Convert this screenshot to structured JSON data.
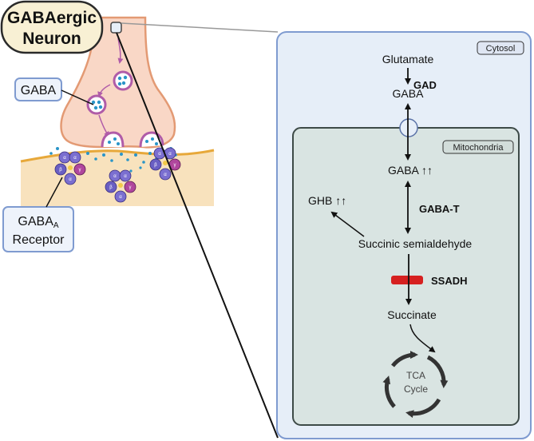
{
  "neuron": {
    "title_line1": "GABAergic",
    "title_line2": "Neuron",
    "gaba_label": "GABA",
    "receptor_label_main": "GABA",
    "receptor_label_sub": "A",
    "receptor_label_line2": "Receptor",
    "subunit_alpha": "α",
    "subunit_beta": "β",
    "subunit_gamma": "γ"
  },
  "pathway": {
    "cytosol_label": "Cytosol",
    "mitochondria_label": "Mitochondria",
    "glutamate": "Glutamate",
    "gad": "GAD",
    "gaba_cytosol": "GABA",
    "gaba_mito": "GABA ↑↑",
    "gaba_t": "GABA-T",
    "ghb": "GHB ↑↑",
    "ssa": "Succinic semialdehyde",
    "ssadh": "SSADH",
    "succinate": "Succinate",
    "tca_line1": "TCA",
    "tca_line2": "Cycle"
  },
  "colors": {
    "neuron_fill": "#f9d7c6",
    "neuron_stroke": "#e39a74",
    "postsynaptic_fill": "#f8e2bd",
    "postsynaptic_stroke": "#e7a83a",
    "vesicle_stroke": "#b05ca8",
    "gaba_dot": "#2a95c8",
    "receptor_alpha": "#7b6fd0",
    "receptor_beta": "#6a5fc3",
    "receptor_gamma": "#b0469d",
    "cytosol_fill": "#e6eef8",
    "cytosol_stroke": "#7f9bd0",
    "mito_fill": "#d9e4e2",
    "mito_stroke": "#3d4a47",
    "ssadh_block": "#d62020"
  }
}
